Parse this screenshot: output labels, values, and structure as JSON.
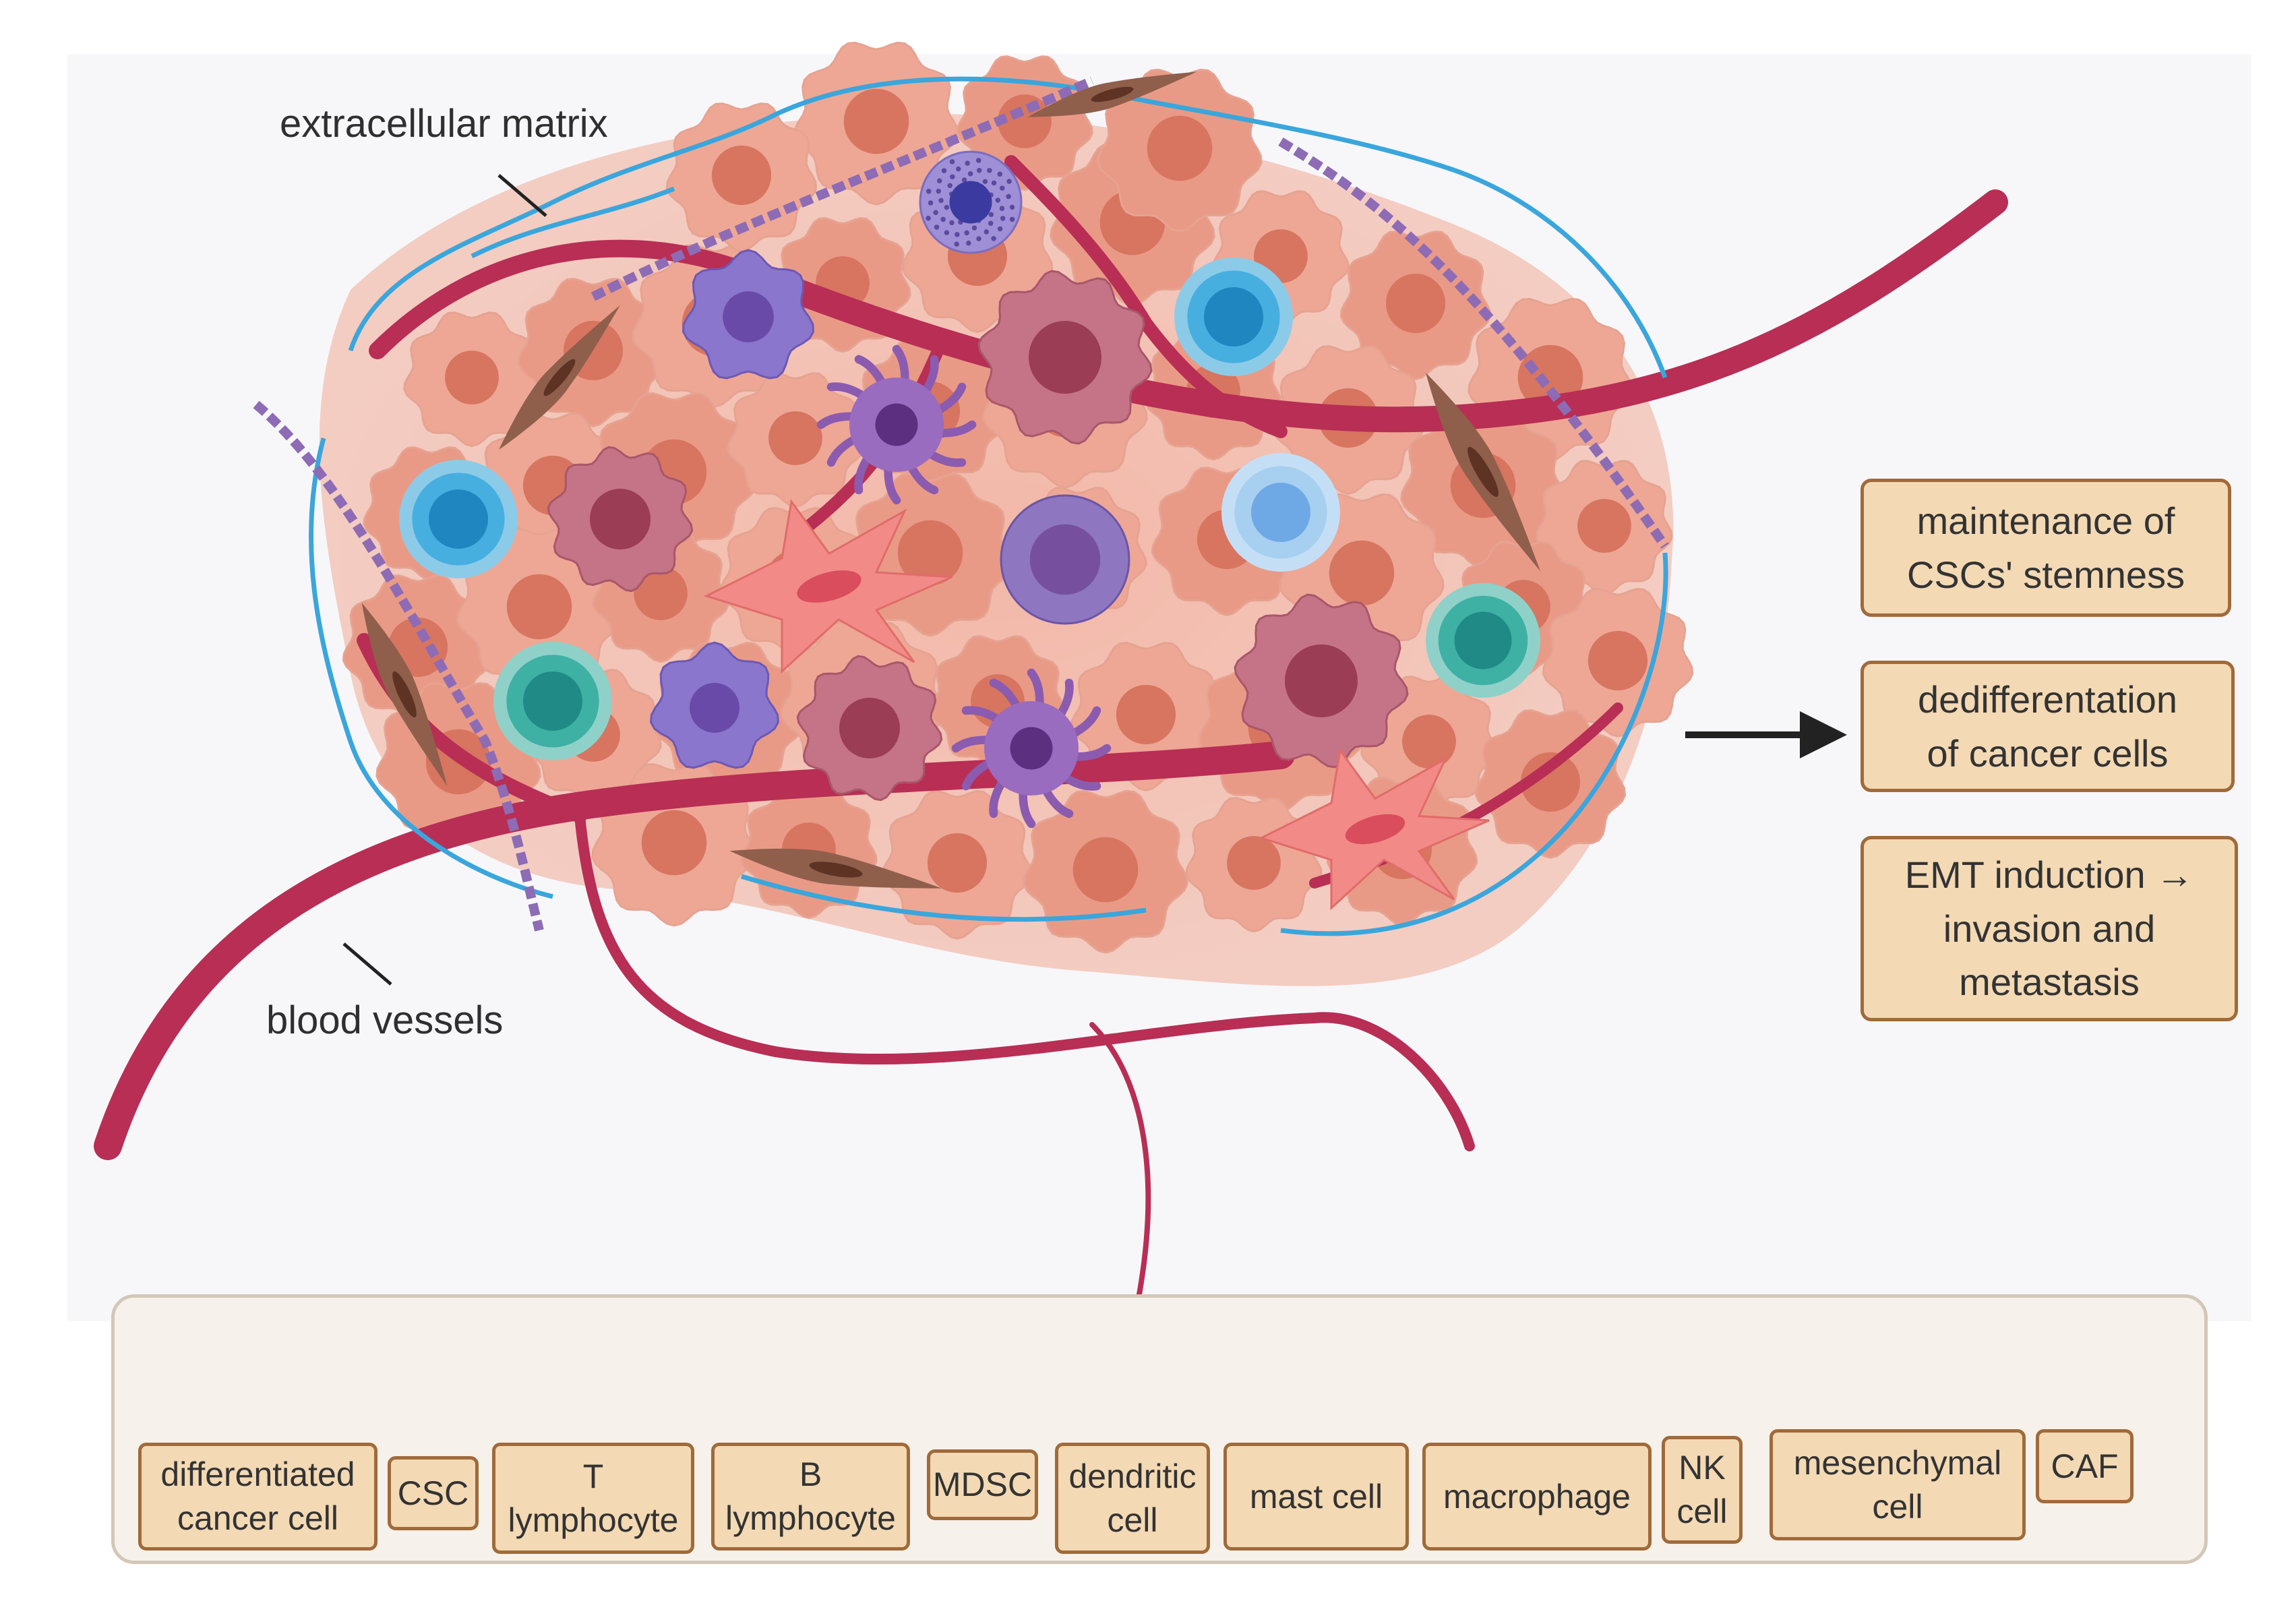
{
  "labels": {
    "ecm": "extracellular matrix",
    "vessels": "blood vessels"
  },
  "outcomes": [
    "maintenance of\nCSCs' stemness",
    "dedifferentation\nof cancer cells",
    "EMT induction →\ninvasion and\nmetastasis"
  ],
  "legend": [
    {
      "label": "differentiated\ncancer cell",
      "icon": "differentiated-cancer-cell-icon",
      "color": "#e79482"
    },
    {
      "label": "CSC",
      "icon": "csc-icon",
      "color": "#b05a6a"
    },
    {
      "label": "T\nlymphocyte",
      "icon": "t-lymphocyte-icon",
      "color": "#2f8fc6"
    },
    {
      "label": "B\nlymphocyte",
      "icon": "b-lymphocyte-icon",
      "color": "#2a9c98"
    },
    {
      "label": "MDSC",
      "icon": "mdsc-icon",
      "color": "#8fc0ec"
    },
    {
      "label": "dendritic\ncell",
      "icon": "dendritic-cell-icon",
      "color": "#8b5bb0"
    },
    {
      "label": "mast cell",
      "icon": "mast-cell-icon",
      "color": "#6a56b0"
    },
    {
      "label": "macrophage",
      "icon": "macrophage-icon",
      "color": "#7a62b8"
    },
    {
      "label": "NK\ncell",
      "icon": "nk-cell-icon",
      "color": "#7d5fa8"
    },
    {
      "label": "mesenchymal\ncell",
      "icon": "mesenchymal-cell-icon",
      "color": "#f07a78"
    },
    {
      "label": "CAF",
      "icon": "caf-icon",
      "color": "#8a5a44"
    }
  ],
  "colors": {
    "vessel": "#b82e55",
    "ecm_fiber": "#3aa6dc",
    "collagen": "#8d6bb5",
    "arrow": "#222222"
  },
  "icons": {
    "arrow": "right-arrow-icon"
  }
}
